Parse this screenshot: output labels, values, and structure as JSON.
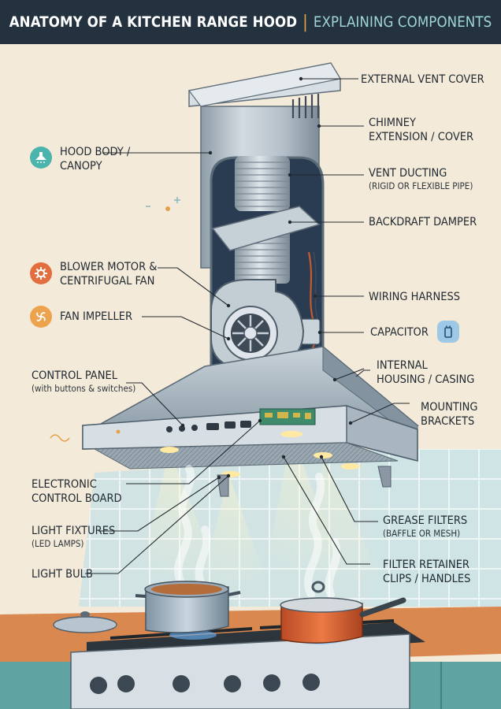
{
  "header": {
    "title": "ANATOMY OF A KITCHEN RANGE HOOD",
    "separator": "|",
    "subtitle": "EXPLAINING COMPONENTS"
  },
  "labels": {
    "external_vent_cover": "EXTERNAL VENT COVER",
    "chimney_line1": "CHIMNEY",
    "chimney_line2": "EXTENSION / COVER",
    "vent_ducting": "VENT DUCTING",
    "vent_ducting_sub": "(RIGID OR FLEXIBLE PIPE)",
    "backdraft_damper": "BACKDRAFT DAMPER",
    "hood_body_line1": "HOOD BODY /",
    "hood_body_line2": "CANOPY",
    "blower_line1": "BLOWER MOTOR &",
    "blower_line2": "CENTRIFUGAL FAN",
    "fan_impeller": "FAN IMPELLER",
    "wiring_harness": "WIRING HARNESS",
    "capacitor": "CAPACITOR",
    "internal_line1": "INTERNAL",
    "internal_line2": "HOUSING / CASING",
    "control_panel": "CONTROL PANEL",
    "control_panel_sub": "(with buttons & switches)",
    "mounting_line1": "MOUNTING",
    "mounting_line2": "BRACKETS",
    "ecb_line1": "ELECTRONIC",
    "ecb_line2": "CONTROL BOARD",
    "light_fixtures": "LIGHT FIXTURES",
    "light_fixtures_sub": "(LED LAMPS)",
    "grease_filters": "GREASE FILTERS",
    "grease_filters_sub": "(BAFFLE OR MESH)",
    "light_bulb": "LIGHT BULB",
    "retainer_line1": "FILTER RETAINER",
    "retainer_line2": "CLIPS / HANDLES"
  },
  "icons": {
    "hood_body": "range-hood-icon",
    "blower": "gear-icon",
    "impeller": "impeller-icon",
    "capacitor": "capacitor-icon"
  },
  "colors": {
    "header_bg": "#23323e",
    "header_title": "#ffffff",
    "header_separator": "#e2a24a",
    "header_subtitle": "#9fd6d2",
    "background": "#f4ead9",
    "steel": "#b9c4cc",
    "steel_dark": "#6f7f8b",
    "interior": "#2a3c52",
    "wall_tile": "#cfe4e4",
    "countertop": "#d9884f",
    "cabinet": "#5fa3a3",
    "pot_orange": "#e0693a",
    "badge_teal": "#4bb5ad",
    "badge_orange": "#e26d3f",
    "badge_amber": "#eda34d",
    "badge_blue": "#9ec9e6"
  }
}
